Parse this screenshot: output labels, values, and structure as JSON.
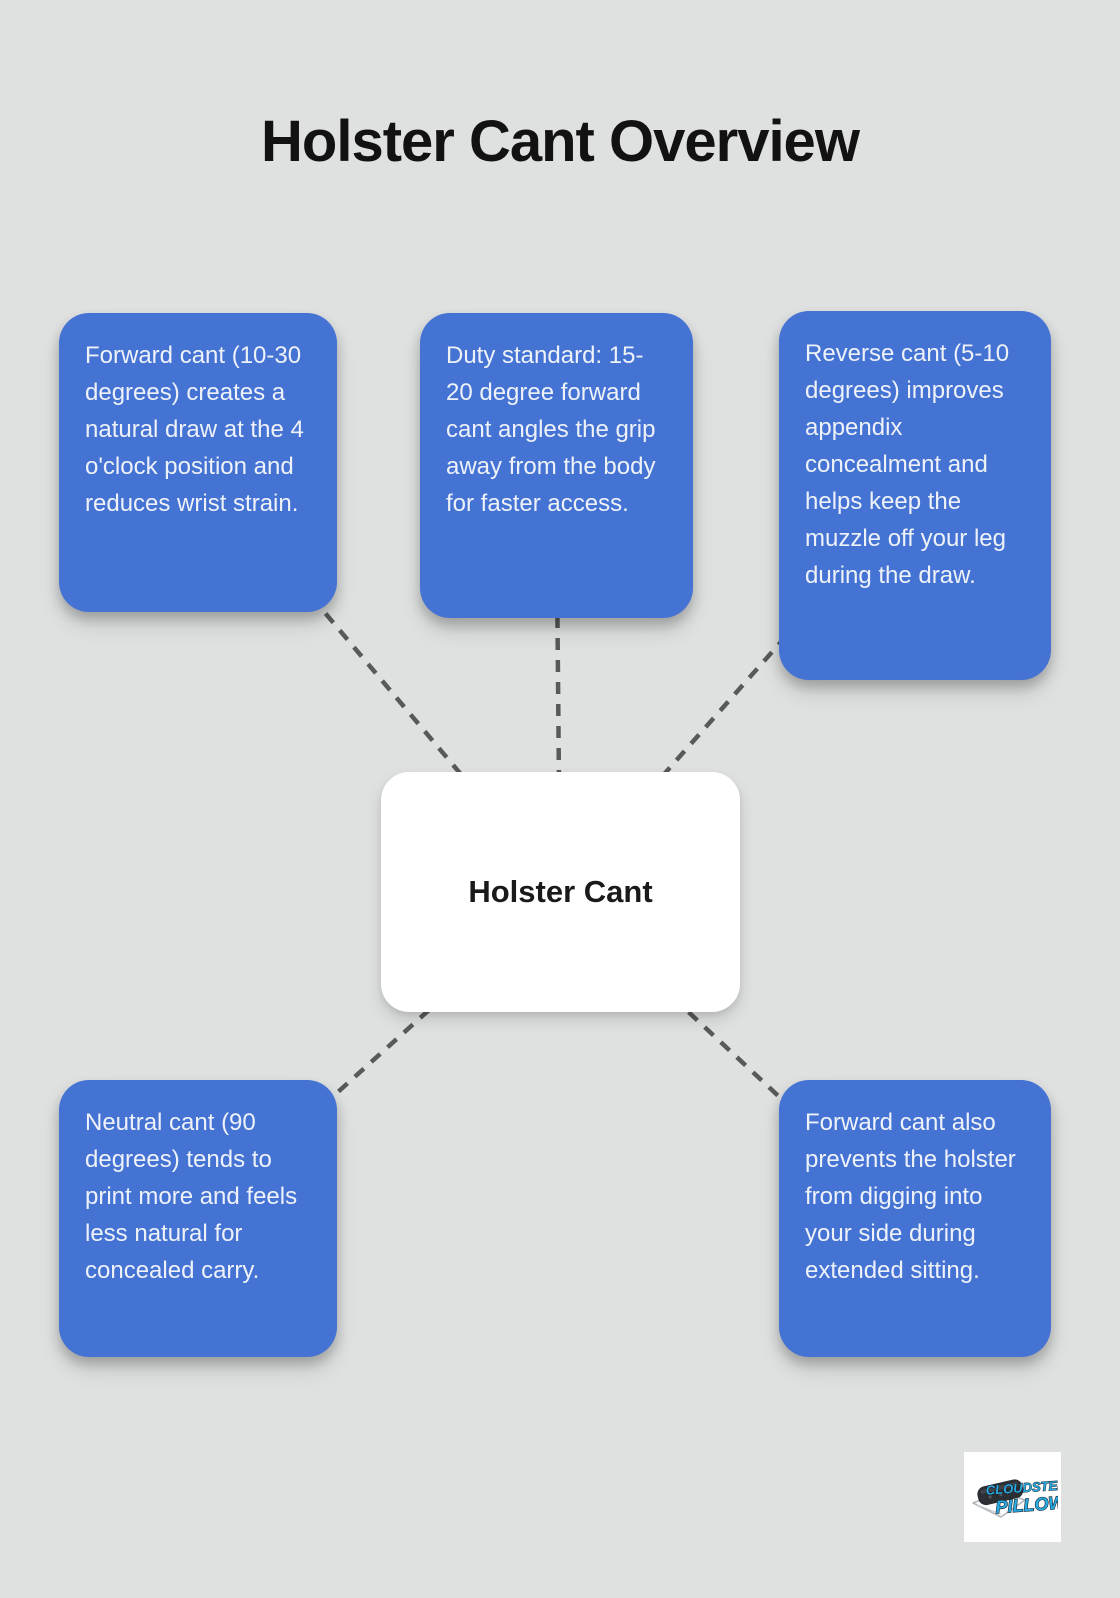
{
  "title": "Holster Cant Overview",
  "center": {
    "label": "Holster Cant"
  },
  "nodes": [
    {
      "id": "forward-cant-position",
      "text": "Forward cant (10-30 degrees) creates a natural draw at the 4 o'clock position and reduces wrist strain."
    },
    {
      "id": "duty-standard",
      "text": "Duty standard: 15-20 degree forward cant angles the grip away from the body for faster access."
    },
    {
      "id": "reverse-cant",
      "text": "Reverse cant (5-10 degrees) improves appendix concealment and helps keep the muzzle off your leg during the draw."
    },
    {
      "id": "neutral-cant",
      "text": "Neutral cant (90 degrees) tends to print more and feels less natural for concealed carry."
    },
    {
      "id": "forward-cant-sitting",
      "text": "Forward cant also prevents the holster from digging into your side during extended sitting."
    }
  ],
  "logo": {
    "line1": "CLOUDSTER",
    "line2": "PILLOW"
  },
  "colors": {
    "background": "#dfe1e1",
    "node_fill": "#4473d4",
    "node_text": "#eef2f8",
    "center_fill": "#ffffff",
    "center_text": "#1a1a1a",
    "connector": "#58595a",
    "title_text": "#121212",
    "logo_blue": "#29a9e1"
  }
}
